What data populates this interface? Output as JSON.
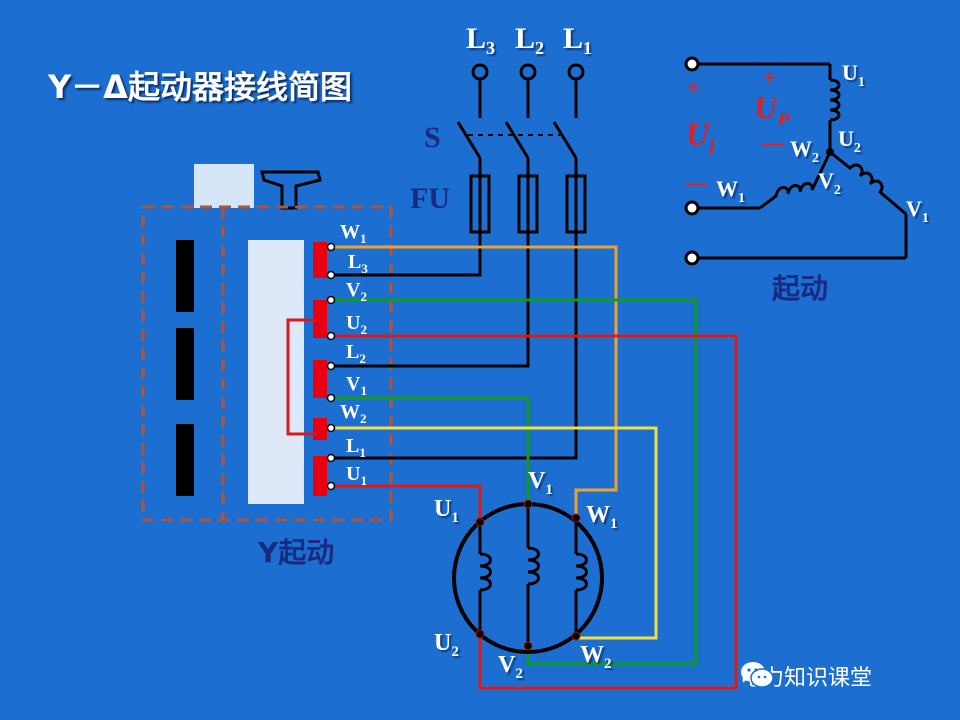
{
  "title": "Y－Δ起动器接线简图",
  "supply": {
    "L3": {
      "main": "L",
      "sub": "3"
    },
    "L2": {
      "main": "L",
      "sub": "2"
    },
    "L1": {
      "main": "L",
      "sub": "1"
    }
  },
  "switch_label": "S",
  "fuse_label": "FU",
  "starter": {
    "terminals": [
      {
        "main": "W",
        "sub": "1"
      },
      {
        "main": "L",
        "sub": "3"
      },
      {
        "main": "V",
        "sub": "2"
      },
      {
        "main": "U",
        "sub": "2"
      },
      {
        "main": "L",
        "sub": "2"
      },
      {
        "main": "V",
        "sub": "1"
      },
      {
        "main": "W",
        "sub": "2"
      },
      {
        "main": "L",
        "sub": "1"
      },
      {
        "main": "U",
        "sub": "1"
      }
    ],
    "caption": "Y起动"
  },
  "motor": {
    "U1": {
      "main": "U",
      "sub": "1"
    },
    "V1": {
      "main": "V",
      "sub": "1"
    },
    "W1": {
      "main": "W",
      "sub": "1"
    },
    "U2": {
      "main": "U",
      "sub": "2"
    },
    "V2": {
      "main": "V",
      "sub": "2"
    },
    "W2": {
      "main": "W",
      "sub": "2"
    }
  },
  "star_diagram": {
    "plus_left": "+",
    "plus_right": "+",
    "minus_left": "—",
    "minus_right": "—",
    "ul": {
      "main": "U",
      "sub": "l"
    },
    "up": {
      "main": "U",
      "sub": "P"
    },
    "U1": {
      "main": "U",
      "sub": "1"
    },
    "U2": {
      "main": "U",
      "sub": "2"
    },
    "W2": {
      "main": "W",
      "sub": "2"
    },
    "V2": {
      "main": "V",
      "sub": "2"
    },
    "W1": {
      "main": "W",
      "sub": "1"
    },
    "V1": {
      "main": "V",
      "sub": "1"
    },
    "caption": "起动"
  },
  "watermark": "电力知识课堂",
  "colors": {
    "background": "#1c6fd0",
    "black_wire": "#000000",
    "orange_wire": "#f0a030",
    "green_wire": "#109a20",
    "red_wire": "#e01818",
    "yellow_wire": "#f0e040",
    "terminal_red": "#e80010",
    "accent_red": "#e02020",
    "label_dark": "#1a2a80"
  }
}
